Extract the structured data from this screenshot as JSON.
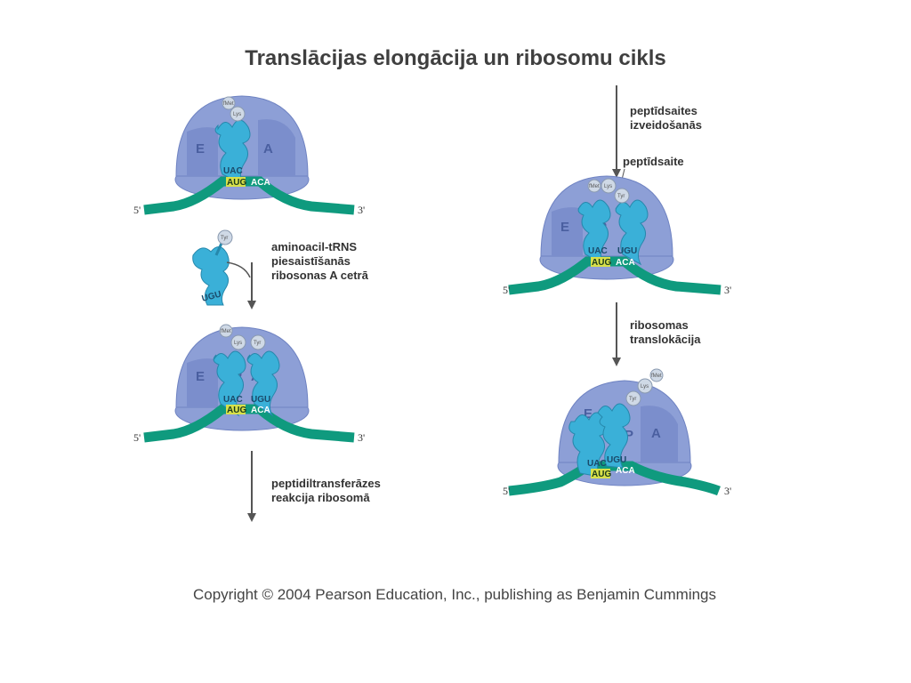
{
  "title": "Translācijas elongācija un ribosomu cikls",
  "labels": {
    "step1": "aminoacil-tRNS\npiesaistīšanās\nribosonas A cetrā",
    "step2": "peptidiltransferāzes\nreakcija ribosomā",
    "step3": "peptīdsaites\nizveidošanās",
    "peptide_bond": "peptīdsaite",
    "step4": "ribosomas\ntranslokācija"
  },
  "sites": {
    "e": "E",
    "p": "P",
    "a": "A"
  },
  "codons": {
    "aug": "AUG",
    "aca": "ACA",
    "uac": "UAC",
    "ugu": "UGU"
  },
  "mrna_ends": {
    "five": "5'",
    "three": "3'"
  },
  "amino_acids": {
    "met": "fMet",
    "lys": "Lys",
    "tyr": "Tyr"
  },
  "copyright": "Copyright © 2004 Pearson Education, Inc., publishing as Benjamin Cummings",
  "colors": {
    "ribosome": "#8d9fd6",
    "ribosome_dark": "#6f83c2",
    "mrna": "#0f9a7e",
    "trna": "#3ab0d8",
    "arrow": "#555555"
  }
}
